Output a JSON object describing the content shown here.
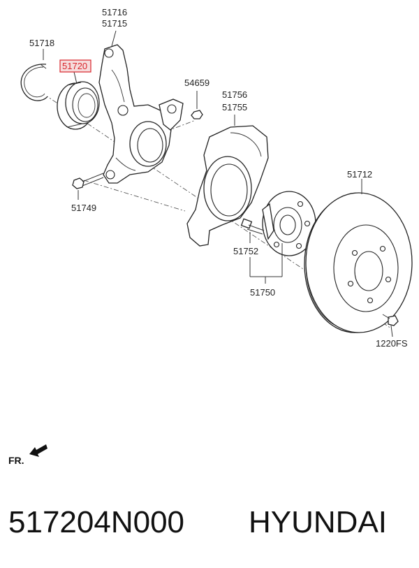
{
  "labels": {
    "l51716": "51716",
    "l51715": "51715",
    "l51718": "51718",
    "l51720": "51720",
    "l54659": "54659",
    "l51756": "51756",
    "l51755": "51755",
    "l51712": "51712",
    "l51749": "51749",
    "l51752": "51752",
    "l51750": "51750",
    "l1220FS": "1220FS"
  },
  "front_marker": "FR.",
  "footer": {
    "part_number": "517204N000",
    "brand": "HYUNDAI"
  },
  "colors": {
    "highlight": "#d8262c",
    "line": "#222222",
    "background": "#ffffff"
  }
}
